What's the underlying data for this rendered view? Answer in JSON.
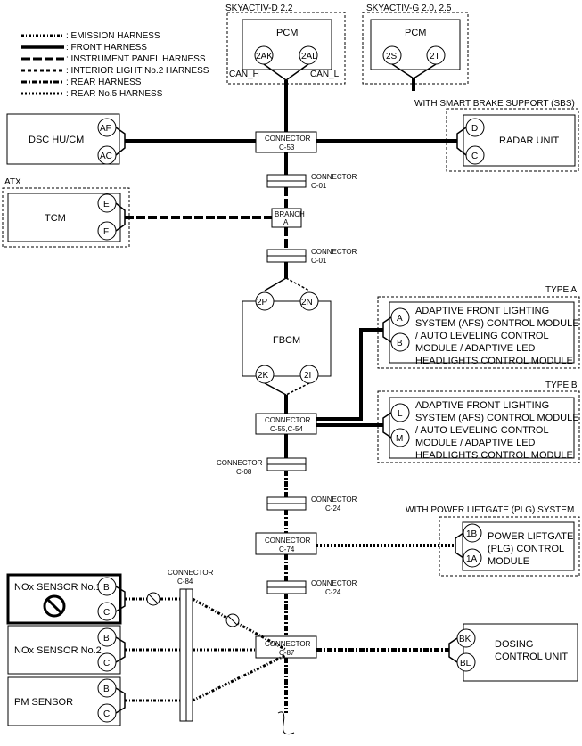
{
  "legend": [
    {
      "label": ": EMISSION HARNESS",
      "style": "emission"
    },
    {
      "label": ": FRONT HARNESS",
      "style": "front"
    },
    {
      "label": ": INSTRUMENT PANEL HARNESS",
      "style": "instrument"
    },
    {
      "label": ": INTERIOR LIGHT No.2 HARNESS",
      "style": "interior"
    },
    {
      "label": ": REAR HARNESS",
      "style": "rear"
    },
    {
      "label": ": REAR No.5 HARNESS",
      "style": "rear5"
    }
  ],
  "variants": {
    "skyactiv_d": "SKYACTIV-D 2.2",
    "skyactiv_g": "SKYACTIV-G 2.0, 2.5",
    "sbs": "WITH SMART BRAKE SUPPORT (SBS)",
    "atx": "ATX",
    "type_a": "TYPE A",
    "type_b": "TYPE B",
    "plg": "WITH POWER LIFTGATE (PLG) SYSTEM"
  },
  "modules": {
    "pcm_d": {
      "name": "PCM",
      "pins": [
        "2AK",
        "2AL"
      ],
      "can_h": "CAN_H",
      "can_l": "CAN_L"
    },
    "pcm_g": {
      "name": "PCM",
      "pins": [
        "2S",
        "2T"
      ]
    },
    "dsc": {
      "name": "DSC HU/CM",
      "pins": [
        "AF",
        "AC"
      ]
    },
    "radar": {
      "name": "RADAR UNIT",
      "pins": [
        "D",
        "C"
      ]
    },
    "tcm": {
      "name": "TCM",
      "pins": [
        "E",
        "F"
      ]
    },
    "fbcm": {
      "name": "FBCM",
      "pins": [
        "2P",
        "2N",
        "2K",
        "2I"
      ]
    },
    "afs_a": {
      "lines": [
        "ADAPTIVE FRONT LIGHTING",
        "SYSTEM (AFS) CONTROL MODULE",
        "/ AUTO LEVELING CONTROL",
        "MODULE / ADAPTIVE LED",
        "HEADLIGHTS CONTROL MODULE"
      ],
      "pins": [
        "A",
        "B"
      ]
    },
    "afs_b": {
      "lines": [
        "ADAPTIVE FRONT LIGHTING",
        "SYSTEM (AFS) CONTROL MODULE",
        "/ AUTO LEVELING CONTROL",
        "MODULE / ADAPTIVE LED",
        "HEADLIGHTS CONTROL MODULE"
      ],
      "pins": [
        "L",
        "M"
      ]
    },
    "plg": {
      "lines": [
        "POWER LIFTGATE",
        "(PLG) CONTROL",
        "MODULE"
      ],
      "pins": [
        "1B",
        "1A"
      ]
    },
    "nox1": {
      "name": "NOx SENSOR No.1",
      "pins": [
        "B",
        "C"
      ]
    },
    "nox2": {
      "name": "NOx SENSOR No.2",
      "pins": [
        "B",
        "C"
      ]
    },
    "pm": {
      "name": "PM SENSOR",
      "pins": [
        "B",
        "C"
      ]
    },
    "dosing": {
      "lines": [
        "DOSING",
        "CONTROL UNIT"
      ],
      "pins": [
        "BK",
        "BL"
      ]
    }
  },
  "connectors": {
    "c53": {
      "word": "CONNECTOR",
      "id": "C-53"
    },
    "c01a": {
      "word": "CONNECTOR",
      "id": "C-01"
    },
    "branch": {
      "word": "BRANCH",
      "id": "A"
    },
    "c01b": {
      "word": "CONNECTOR",
      "id": "C-01"
    },
    "c55": {
      "word": "CONNECTOR",
      "id": "C-55,C-54"
    },
    "c08": {
      "word": "CONNECTOR",
      "id": "C-08"
    },
    "c24a": {
      "word": "CONNECTOR",
      "id": "C-24"
    },
    "c74": {
      "word": "CONNECTOR",
      "id": "C-74"
    },
    "c24b": {
      "word": "CONNECTOR",
      "id": "C-24"
    },
    "c84": {
      "word": "CONNECTOR",
      "id": "C-84"
    },
    "c87": {
      "word": "CONNECTOR",
      "id": "C-87"
    }
  }
}
